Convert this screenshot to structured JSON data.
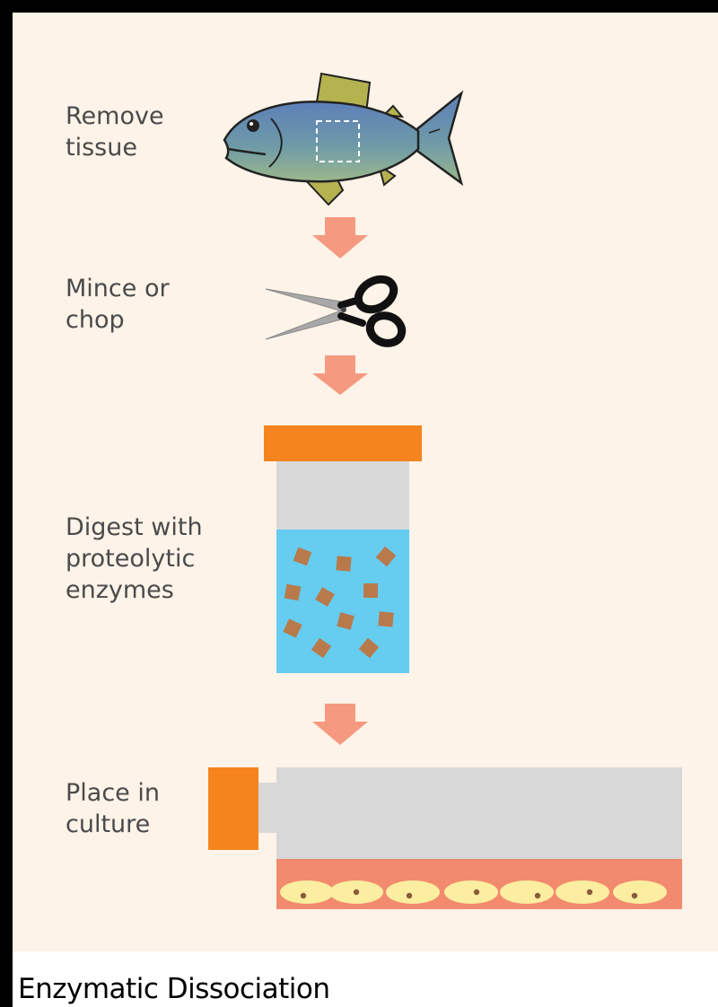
{
  "figure": {
    "caption": "Enzymatic Dissociation",
    "steps": [
      {
        "label": "Remove\ntissue"
      },
      {
        "label": "Mince or\nchop"
      },
      {
        "label": "Digest with\nproteolytic\nenzymes"
      },
      {
        "label": "Place in\nculture"
      }
    ]
  },
  "colors": {
    "background": "#fdf3e8",
    "arrow": "#f59a80",
    "cap": "#f5841f",
    "tube_gray": "#d8d8d8",
    "enzyme_liquid": "#66ccf0",
    "tissue_piece": "#b87a4b",
    "culture_medium": "#f28a6e",
    "cell_fill": "#fbeea0",
    "fish_fin": "#b5b250"
  },
  "icons": [
    "fish-icon",
    "scissors-icon",
    "digestion-tube-icon",
    "culture-flask-icon"
  ]
}
